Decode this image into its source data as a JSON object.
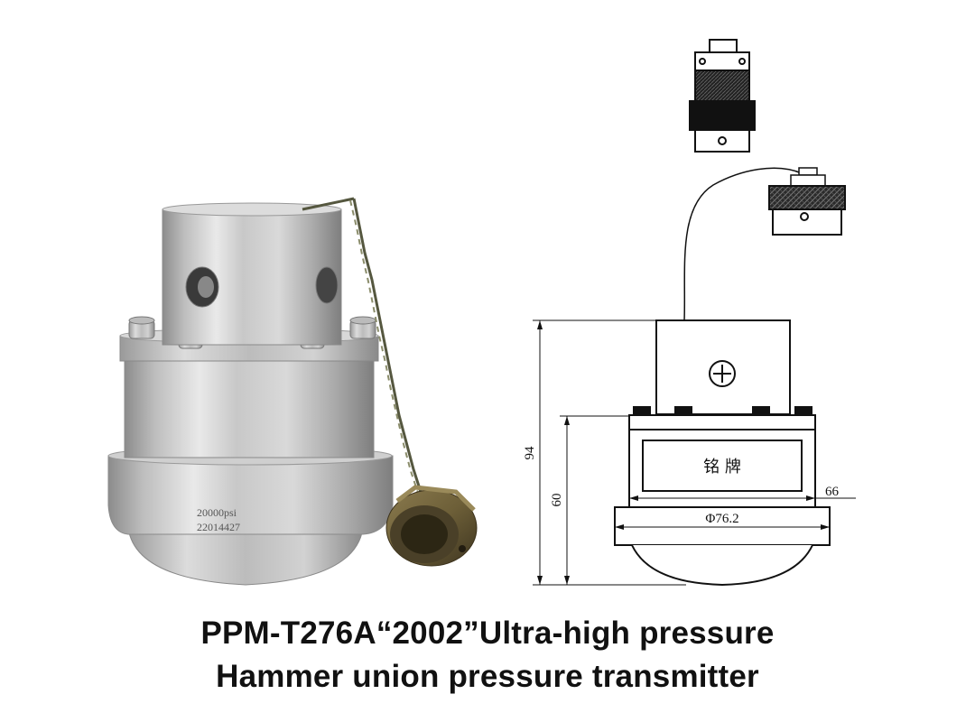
{
  "photo": {
    "engraving_line1": "20000psi",
    "engraving_line2": "22014427"
  },
  "drawing": {
    "dim_height_total": "94",
    "dim_height_body": "60",
    "dim_width_plate": "66",
    "dim_diameter": "Φ76.2",
    "nameplate_text": "铭 牌",
    "symbol": "⊕"
  },
  "caption": {
    "line1": "PPM-T276A“2002”Ultra-high pressure",
    "line2": "Hammer union pressure transmitter"
  }
}
